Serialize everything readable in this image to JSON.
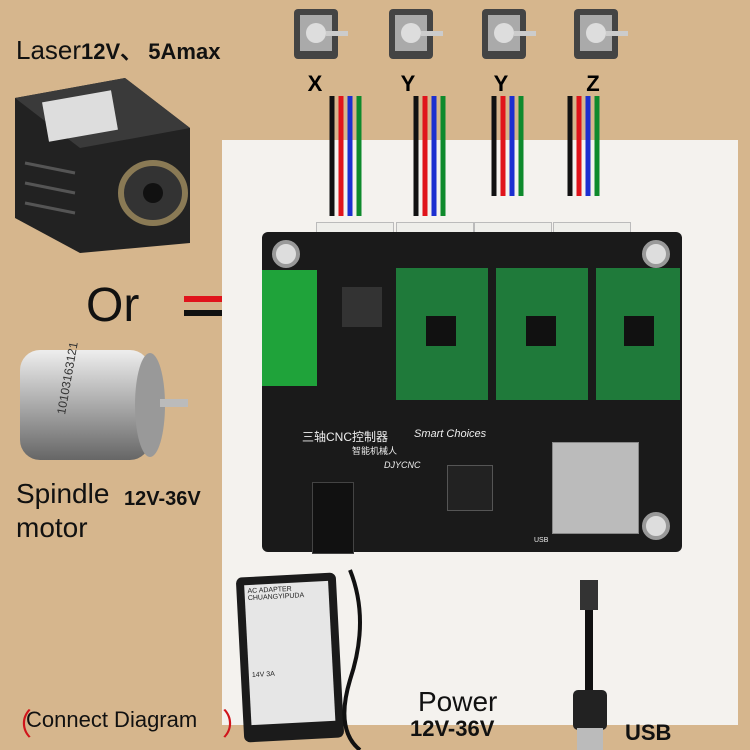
{
  "laser": {
    "label": "Laser",
    "spec": "12V、 5Amax"
  },
  "or_label": "Or",
  "spindle": {
    "label_line1": "Spindle",
    "label_line2": "motor",
    "spec": "12V-36V"
  },
  "motors": [
    {
      "axis": "X"
    },
    {
      "axis": "Y"
    },
    {
      "axis": "Y"
    },
    {
      "axis": "Z"
    }
  ],
  "board": {
    "title": "三轴CNC控制器",
    "subtitle": "Smart Choices",
    "brand": "DJYCNC",
    "sub_cn": "智能机械人",
    "usb_label": "USB"
  },
  "adapter": {
    "label": "AC ADAPTER",
    "brand": "CHUANGYIPUDA",
    "output": "14V 3A"
  },
  "footer": {
    "paren_open": "（",
    "caption": "Connect Diagram",
    "paren_close": "）",
    "power_label": "Power",
    "power_spec": "12V-36V",
    "usb_label": "USB"
  },
  "colors": {
    "background": "#d6b68d",
    "wire_black": "#111111",
    "wire_red": "#e0141b",
    "wire_blue": "#1c2fd0",
    "wire_green": "#0e8a2c",
    "pcb": "#1a1a1a",
    "driver": "#1f7a3a"
  }
}
